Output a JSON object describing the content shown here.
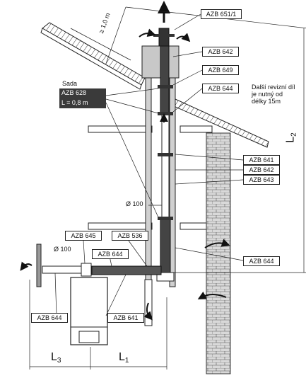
{
  "labels": {
    "azb651": "AZB 651/1",
    "azb642_top": "AZB 642",
    "azb649": "AZB 649",
    "azb644_top": "AZB 644",
    "azb641_r": "AZB 641",
    "azb642_r": "AZB 642",
    "azb643_r": "AZB 643",
    "azb644_r": "AZB 644",
    "azb645": "AZB 645",
    "azb536": "AZB 536",
    "azb644_mid": "AZB 644",
    "azb644_left": "AZB 644",
    "azb641_bottom": "AZB 641"
  },
  "kit": {
    "heading": "Sada",
    "code": "AZB 628",
    "length": "L = 0,8 m"
  },
  "notes": {
    "inspection": "Další revizní díl je nutný od délky 15m",
    "roof_distance": "≥ 1,0 m",
    "diameter_chimney": "Ø 100",
    "diameter_wall": "Ø 100"
  },
  "dimensions": {
    "l1": "L",
    "l1_sub": "1",
    "l2": "L",
    "l2_sub": "2",
    "l3": "L",
    "l3_sub": "3"
  },
  "colors": {
    "line": "#1a1a1a",
    "brick": "#d4d4d4",
    "dark_box": "#3a3a3a"
  }
}
